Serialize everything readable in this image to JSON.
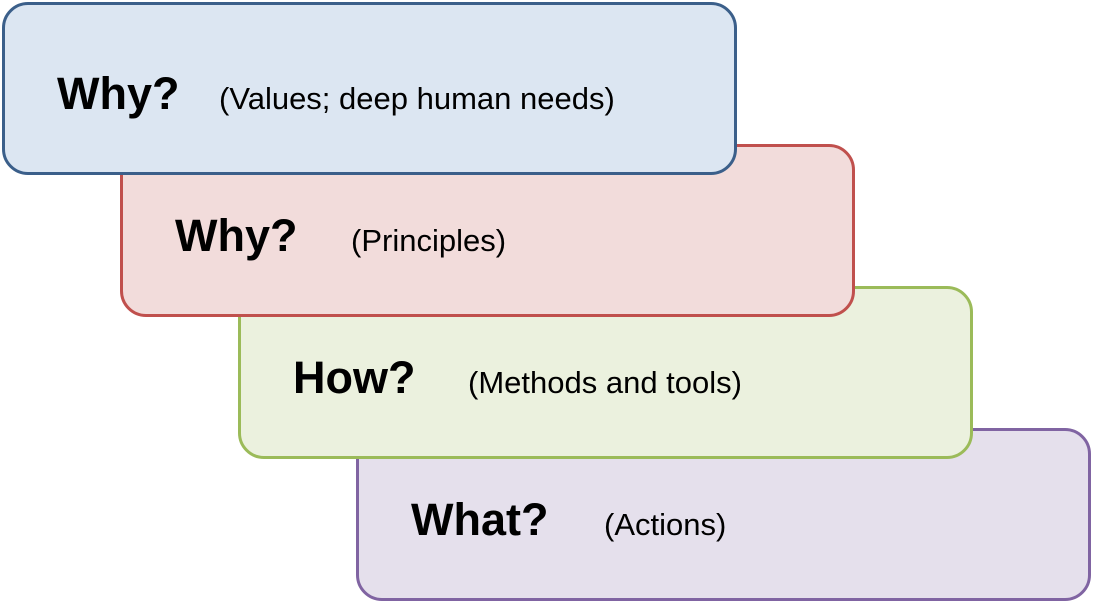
{
  "levels": [
    {
      "question": "Why?",
      "detail": "(Values; deep human needs)",
      "fill": "#dce6f2",
      "border": "#3b5f8a"
    },
    {
      "question": "Why?",
      "detail": "(Principles)",
      "fill": "#f2dcdb",
      "border": "#c0504d"
    },
    {
      "question": "How?",
      "detail": "(Methods and tools)",
      "fill": "#ebf1de",
      "border": "#9bbb59"
    },
    {
      "question": "What?",
      "detail": "(Actions)",
      "fill": "#e5e0ec",
      "border": "#8064a2"
    }
  ]
}
